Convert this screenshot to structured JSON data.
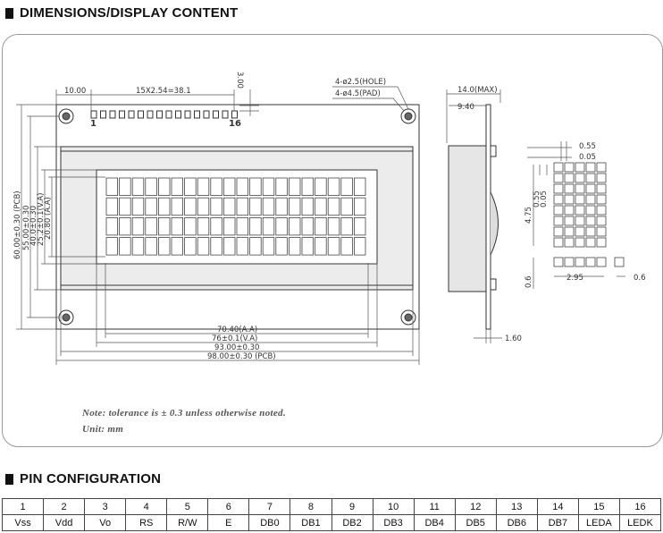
{
  "sections": {
    "dimensions_title": "DIMENSIONS/DISPLAY CONTENT",
    "pin_title": "PIN CONFIGURATION"
  },
  "notes": {
    "line1": "Note: tolerance is ± 0.3 unless otherwise noted.",
    "line2": "Unit: mm"
  },
  "drawing": {
    "dim_10": "10.00",
    "dim_pitch": "15X2.54=38.1",
    "dim_300": "3.00",
    "hole": "4-ø2.5(HOLE)",
    "pad": "4-ø4.5(PAD)",
    "pin1": "1",
    "pin16": "16",
    "w_aa": "70.40(A.A)",
    "w_va": "76±0.1(V.A)",
    "w_93": "93.00±0.30",
    "w_pcb": "98.00±0.30 (PCB)",
    "h_pcb": "60.00±0.30 (PCB)",
    "h_55": "55.00±0.30",
    "h_40": "40.0±0.30",
    "h_va": "25.2±0.1(V.A)",
    "h_aa": "20.80 (A.A)",
    "side_14": "14.0(MAX)",
    "side_940": "9.40",
    "side_160": "1.60",
    "dot_055a": "0.55",
    "dot_005": "0.05",
    "dot_475": "4.75",
    "dot_055b": "0.55",
    "dot_005b": "0.05",
    "dot_06a": "0.6",
    "dot_295": "2.95",
    "dot_06b": "0.6"
  },
  "pins": {
    "numbers": [
      "1",
      "2",
      "3",
      "4",
      "5",
      "6",
      "7",
      "8",
      "9",
      "10",
      "11",
      "12",
      "13",
      "14",
      "15",
      "16"
    ],
    "labels": [
      "Vss",
      "Vdd",
      "Vo",
      "RS",
      "R/W",
      "E",
      "DB0",
      "DB1",
      "DB2",
      "DB3",
      "DB4",
      "DB5",
      "DB6",
      "DB7",
      "LEDA",
      "LEDK"
    ]
  }
}
